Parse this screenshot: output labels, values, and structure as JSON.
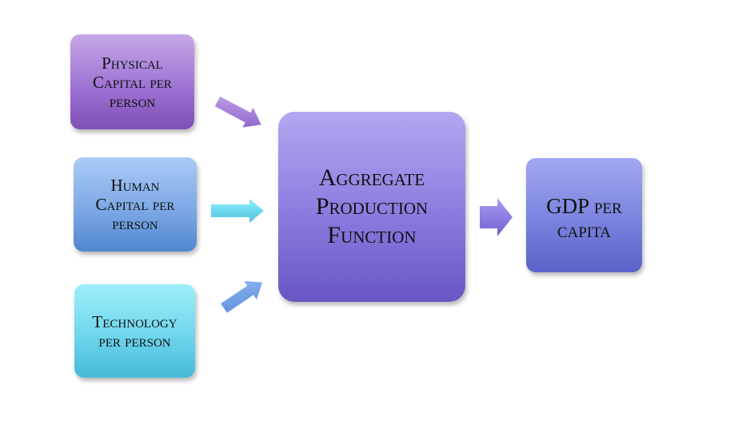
{
  "nodes": {
    "physical_capital": {
      "line1": "Physical",
      "line2": "Capital per",
      "line3": "person"
    },
    "human_capital": {
      "line1": "Human",
      "line2": "Capital per",
      "line3": "person"
    },
    "technology": {
      "line1": "Technology",
      "line2": "per person"
    },
    "aggregate_production_function": {
      "line1": "Aggregate",
      "line2": "Production",
      "line3": "Function"
    },
    "gdp_per_capita": {
      "line1": "GDP per",
      "line2": "capita"
    }
  },
  "colors": {
    "physical": "#9b6fd2",
    "human": "#7ea9e6",
    "technology": "#6fd6ec",
    "apf": "#8d7fe0",
    "gdp": "#7d86e0"
  }
}
